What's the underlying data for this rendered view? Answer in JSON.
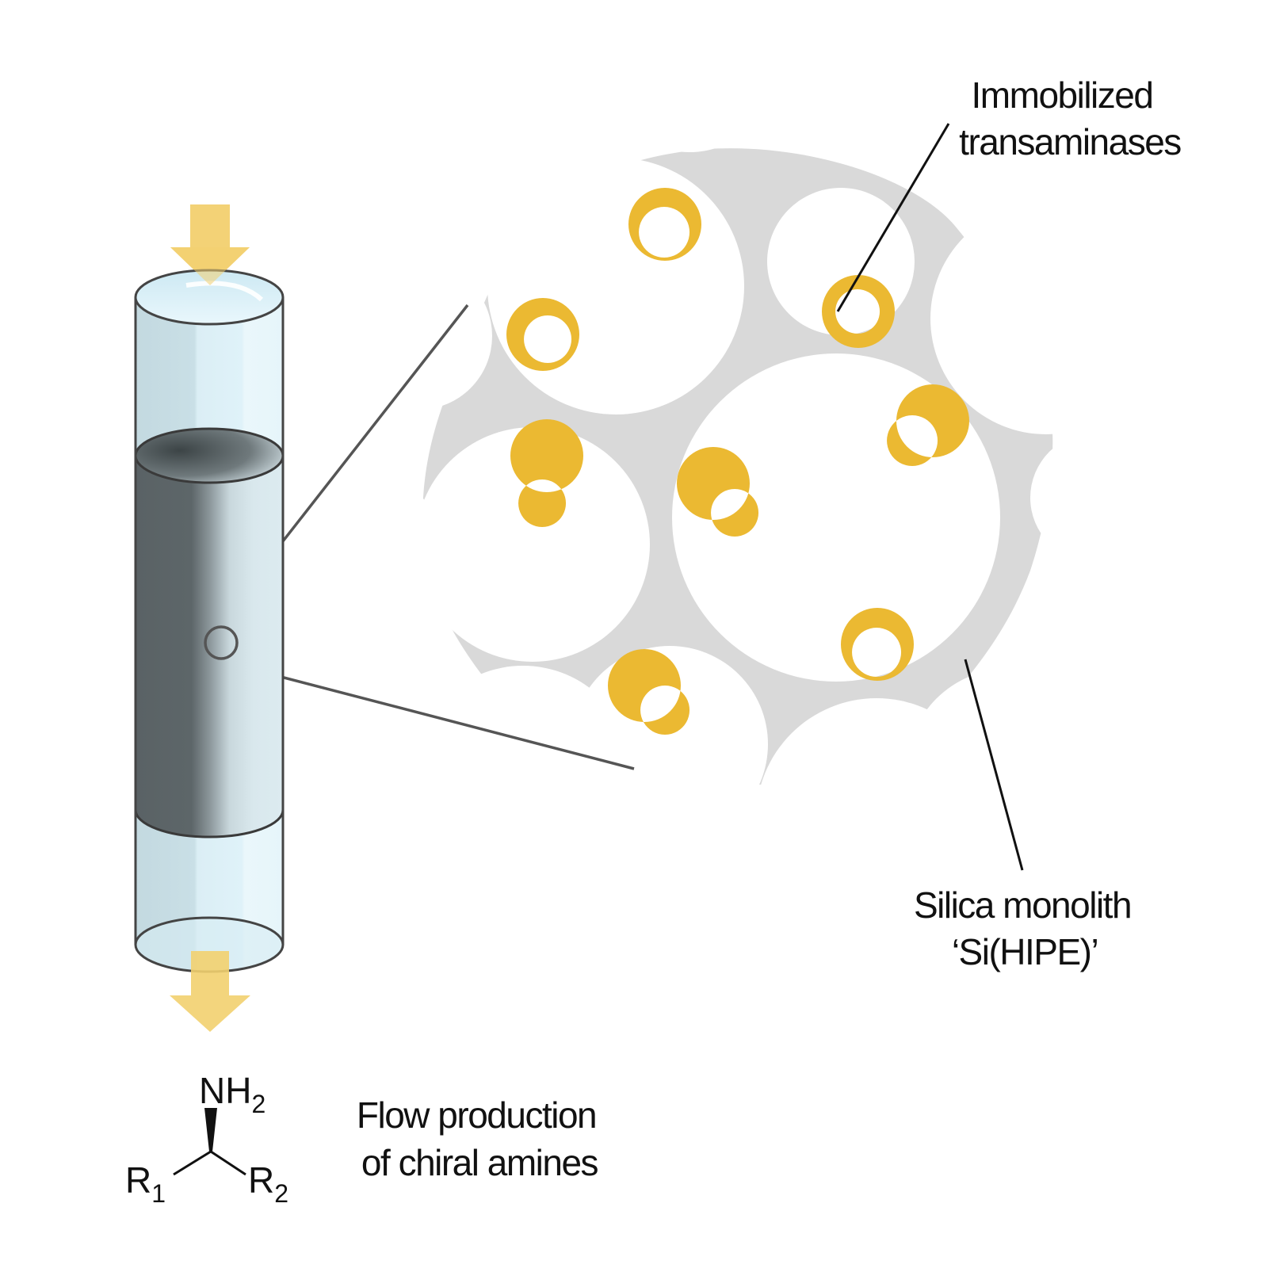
{
  "labels": {
    "immobilized_line1": "Immobilized",
    "immobilized_line2": "transaminases",
    "silica_line1": "Silica monolith",
    "silica_line2": "‘Si(HIPE)’",
    "flow_line1": "Flow production",
    "flow_line2": "of chiral amines"
  },
  "chem": {
    "amine_group": "NH",
    "amine_subscript": "2",
    "r1": "R",
    "r1_subscript": "1",
    "r2": "R",
    "r2_subscript": "2"
  },
  "colors": {
    "arrow": "#f2d06f",
    "enzyme": "#ebb932",
    "silica": "#d9d9d9",
    "column_glass": "#cfe6ee",
    "column_dark": "#5b6366",
    "outline": "#444444"
  },
  "icons": [
    "inlet-arrow-icon",
    "outlet-arrow-icon",
    "enzyme-icon",
    "zoom-circle-icon"
  ]
}
